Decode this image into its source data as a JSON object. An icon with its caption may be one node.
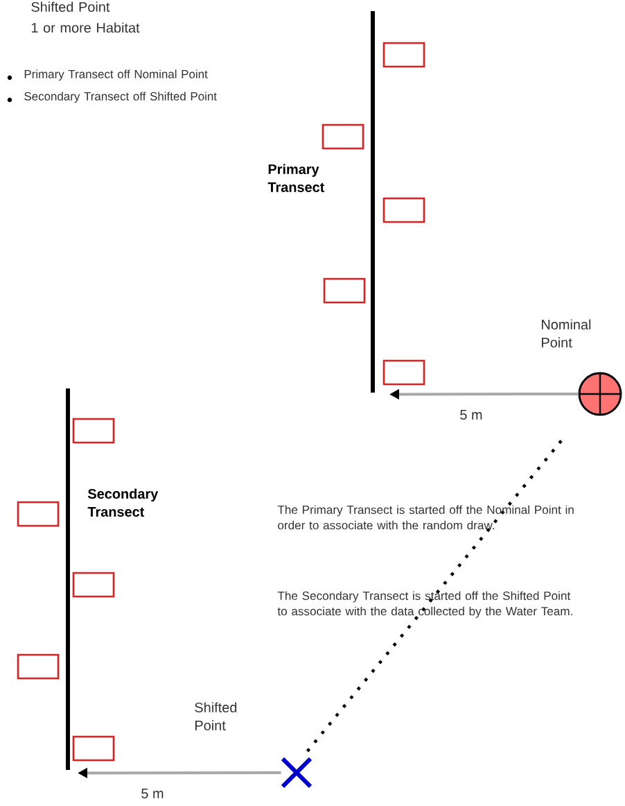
{
  "diagram": {
    "nodes": [
      {
        "text": [],
        "shape": "bar",
        "beside": [
          "Primary Transect"
        ]
      },
      {
        "text": [],
        "shape": "bar",
        "beside": [
          "Secondary Transect"
        ]
      },
      {
        "text": [
          "Nominal Point"
        ]
      },
      {
        "text": [
          "Shifted Point"
        ]
      }
    ],
    "edges": [
      {
        "from": 2,
        "to": 0,
        "arrow": "to",
        "label": "5 m"
      },
      {
        "from": 3,
        "to": 1,
        "arrow": "to",
        "label": "5 m"
      },
      {
        "from": 2,
        "to": 3,
        "arrow": "none",
        "style": "dashed",
        "color": "#000000"
      }
    ],
    "labels": [
      "Shifted Point",
      "1 or more Habitat",
      "Primary Transect off Nominal Point",
      "Secondary Transect off Shifted Point",
      "The Primary Transect is started off the Nominal Point in order to associate with the random draw.",
      "The Secondary Transect is started off the Shifted Point to associate with the data collected by the Water Team."
    ]
  }
}
